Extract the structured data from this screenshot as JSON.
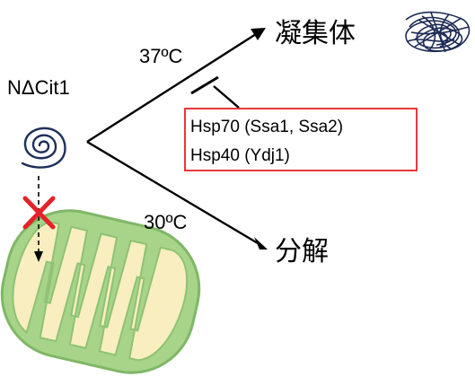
{
  "protein": {
    "label": "NΔCit1"
  },
  "branch_upper": {
    "temperature": "37ºC",
    "outcome": "凝集体"
  },
  "branch_lower": {
    "temperature": "30ºC",
    "outcome": "分解"
  },
  "chaperones": {
    "line1": "Hsp70 (Ssa1, Ssa2)",
    "line2": "Hsp40 (Ydj1)"
  },
  "colors": {
    "box_border": "#e3232a",
    "cross": "#e3232a",
    "mito_outer": "#a8d48a",
    "mito_outer_edge": "#7fb766",
    "mito_inner": "#f8eec0",
    "spiral": "#1f2f5a",
    "aggregate": "#1c2a55"
  }
}
